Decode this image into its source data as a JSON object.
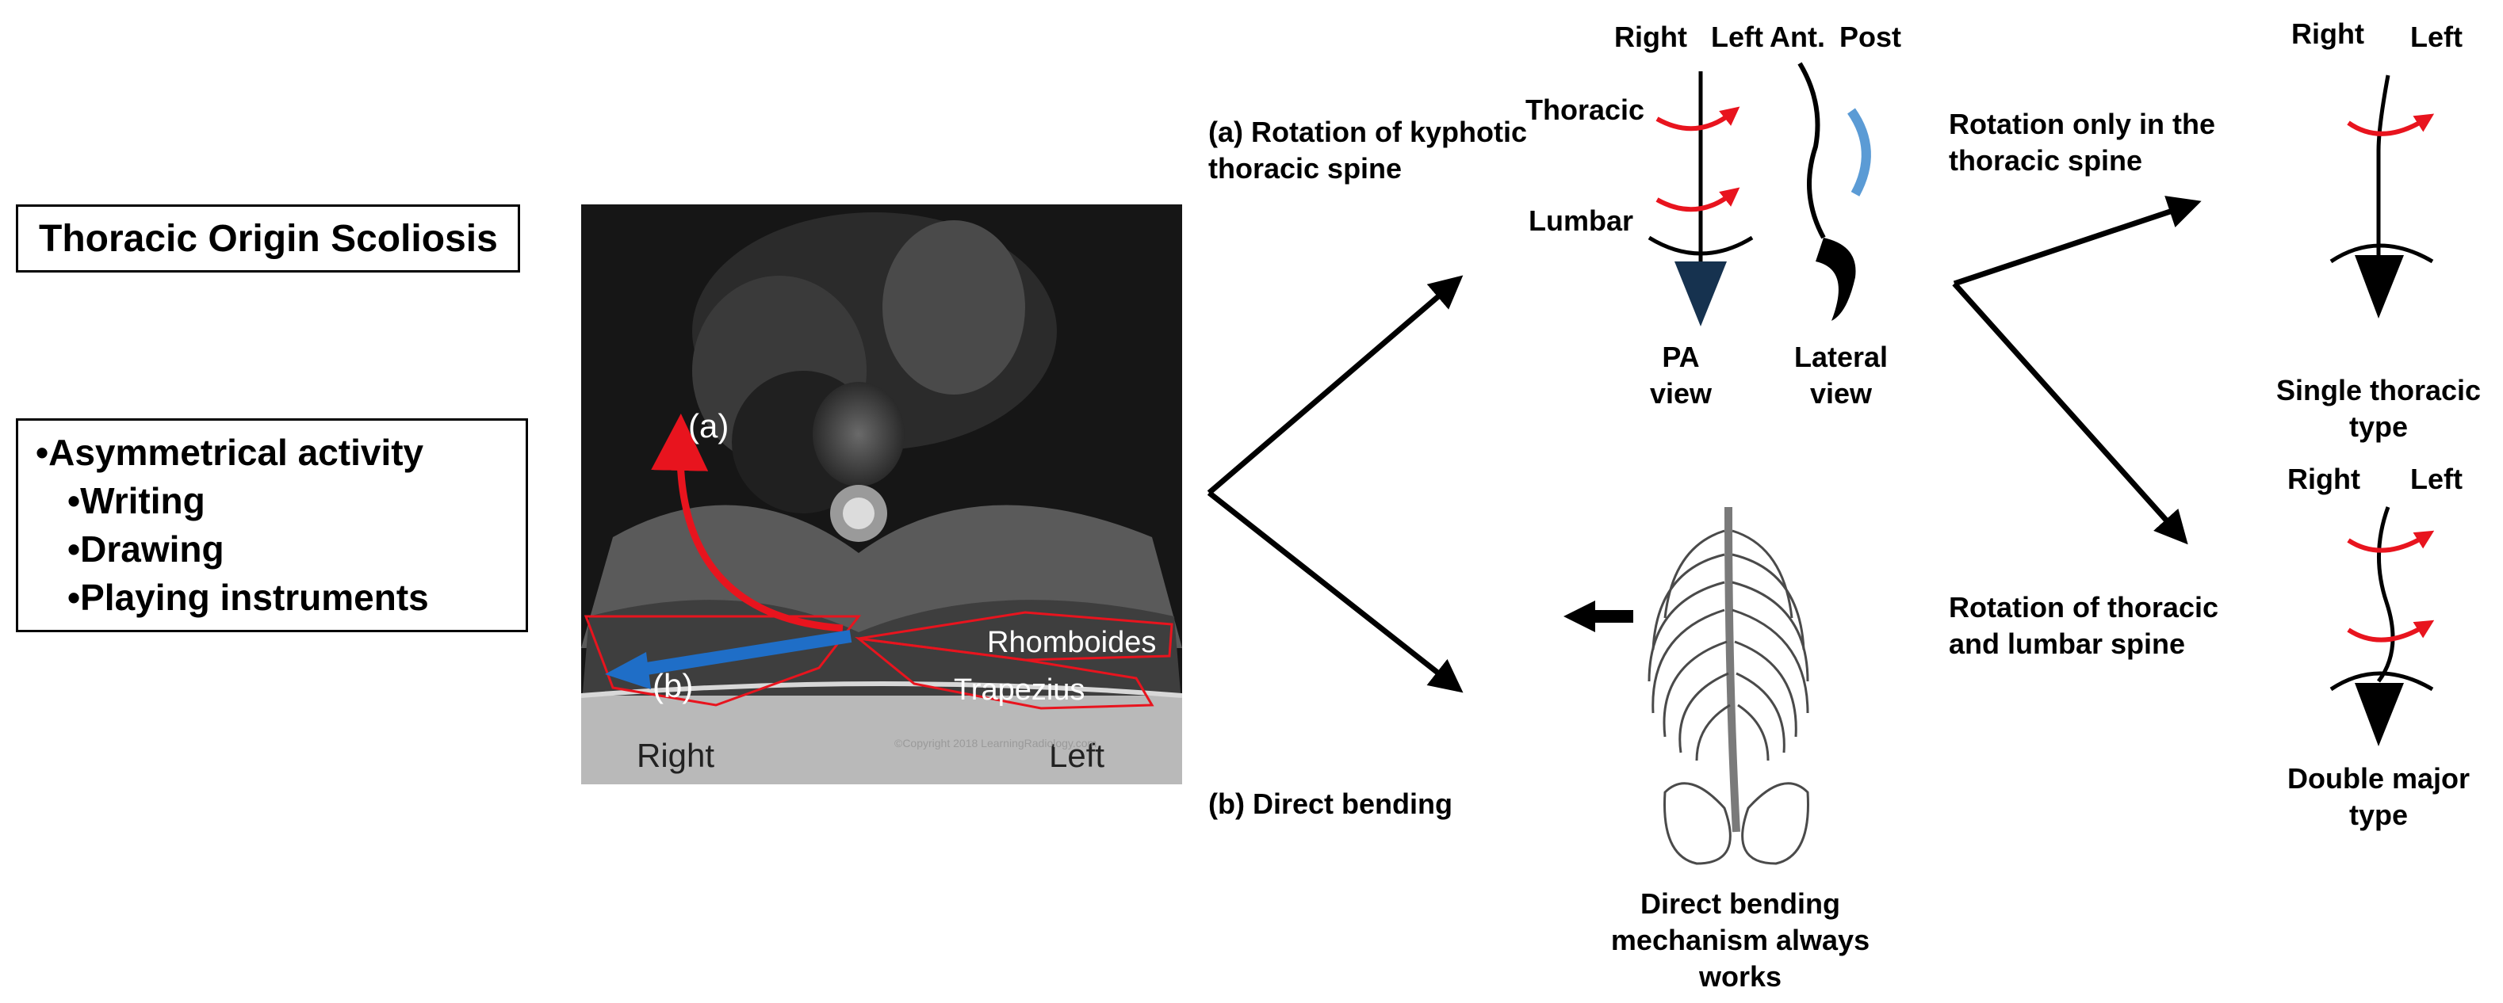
{
  "left": {
    "title": "Thoracic Origin Scoliosis",
    "activity_header": "Asymmetrical activity",
    "activities": [
      "Writing",
      "Drawing",
      "Playing instruments"
    ]
  },
  "mri": {
    "label_a": "(a)",
    "label_b": "(b)",
    "muscle_1": "Rhomboides",
    "muscle_2": "Trapezius",
    "side_right": "Right",
    "side_left": "Left",
    "copyright": "©Copyright 2018 LearningRadiology.com"
  },
  "branches": {
    "a_label": "(a) Rotation of kyphotic thoracic spine",
    "b_label": "(b) Direct bending"
  },
  "views": {
    "pa_right": "Right",
    "pa_left": "Left",
    "lat_ant": "Ant.",
    "lat_post": "Post",
    "thoracic": "Thoracic",
    "lumbar": "Lumbar",
    "pa_caption": "PA view",
    "lateral_caption": "Lateral view"
  },
  "outcomes": {
    "path_1": "Rotation only in the thoracic spine",
    "path_2": "Rotation of thoracic and lumbar spine",
    "single_right": "Right",
    "single_left": "Left",
    "single_type": "Single thoracic type",
    "double_right": "Right",
    "double_left": "Left",
    "double_type": "Double major type"
  },
  "bending_caption": "Direct bending mechanism always works",
  "colors": {
    "rotation_arrow": "#e8141e",
    "direction_arrow": "#1f6ec7",
    "lateral_curve": "#5b9bd5"
  }
}
